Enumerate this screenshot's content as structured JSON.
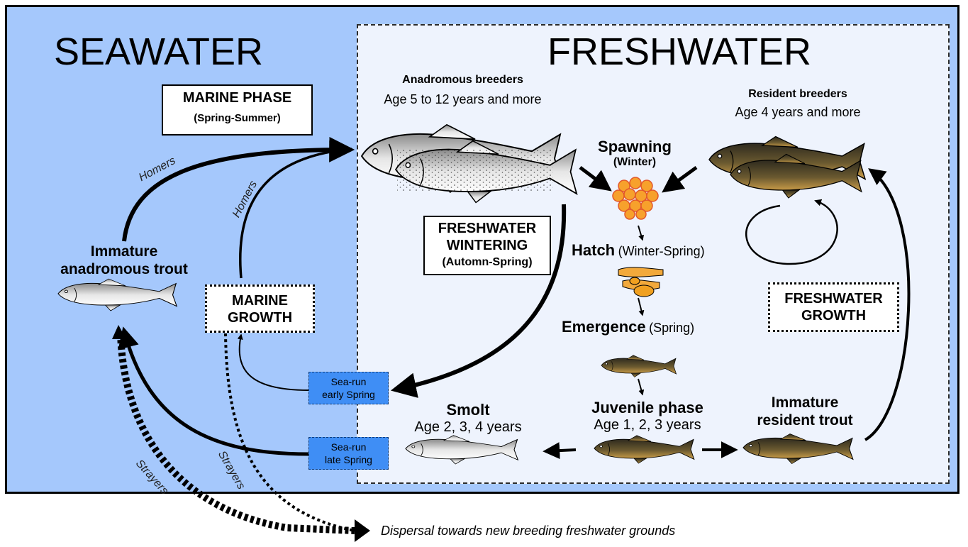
{
  "zones": {
    "seawater": "SEAWATER",
    "freshwater": "FRESHWATER"
  },
  "phases": {
    "marine_phase": {
      "title": "MARINE PHASE",
      "season": "(Spring-Summer)"
    },
    "freshwater_wintering": {
      "line1": "FRESHWATER",
      "line2": "WINTERING",
      "season": "(Automn-Spring)"
    },
    "marine_growth": {
      "line1": "MARINE",
      "line2": "GROWTH"
    },
    "freshwater_growth": {
      "line1": "FRESHWATER",
      "line2": "GROWTH"
    }
  },
  "stages": {
    "anadromous_breeders": {
      "title": "Anadromous breeders",
      "age": "Age 5 to 12 years and more"
    },
    "resident_breeders": {
      "title": "Resident breeders",
      "age": "Age 4 years and more"
    },
    "spawning": {
      "title": "Spawning",
      "season": "(Winter)"
    },
    "hatch": {
      "title": "Hatch",
      "season": "(Winter-Spring)"
    },
    "emergence": {
      "title": "Emergence",
      "season": "(Spring)"
    },
    "juvenile": {
      "title": "Juvenile phase",
      "age": "Age 1, 2, 3 years"
    },
    "smolt": {
      "title": "Smolt",
      "age": "Age 2, 3, 4 years"
    },
    "immature_anadromous": {
      "line1": "Immature",
      "line2": "anadromous trout"
    },
    "immature_resident": {
      "line1": "Immature",
      "line2": "resident trout"
    }
  },
  "tags": {
    "sea_run_early": {
      "line1": "Sea-run",
      "line2": "early Spring"
    },
    "sea_run_late": {
      "line1": "Sea-run",
      "line2": "late Spring"
    }
  },
  "arrow_labels": {
    "homers_1": "Homers",
    "homers_2": "Homers",
    "strayers_1": "Strayers",
    "strayers_2": "Strayers"
  },
  "dispersal": "Dispersal towards new breeding freshwater grounds",
  "colors": {
    "seawater_bg": "#a5c8fc",
    "freshwater_bg": "#eef3fd",
    "tag_bg": "#3f8ef5",
    "egg": "#f7a12c",
    "larva": "#f2a93b",
    "silver_fish": "#d9d9d9",
    "brown_fish": "#5a4a2a"
  }
}
